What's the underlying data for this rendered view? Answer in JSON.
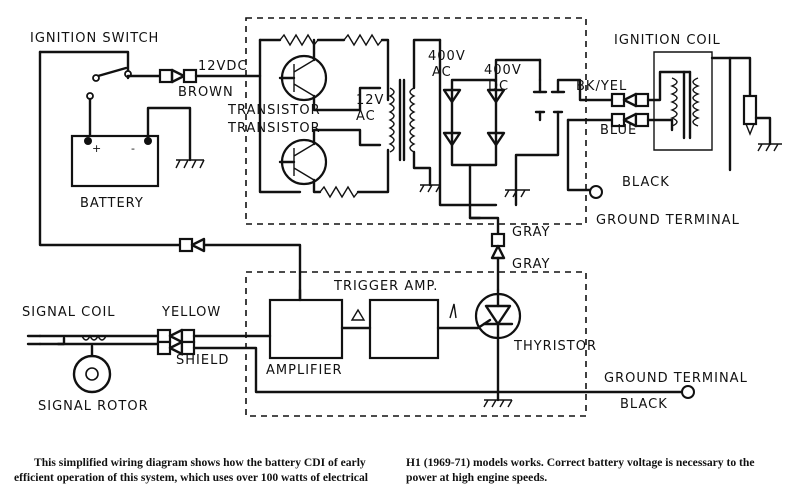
{
  "labels": {
    "ignition_switch": "IGNITION SWITCH",
    "v12dc": "12VDC",
    "brown": "BROWN",
    "battery": "BATTERY",
    "transistor_top": "TRANSISTOR",
    "transistor_bottom": "TRANSISTOR",
    "v12_ac_a": "12V",
    "v12_ac_b": "AC",
    "v400ac_a": "400V",
    "v400ac_b": "AC",
    "v400dc_a": "400V",
    "v400dc_b": "DC",
    "ignition_coil": "IGNITION COIL",
    "bk_yel": "BK/YEL",
    "blue": "BLUE",
    "black_top": "BLACK",
    "ground_terminal_top": "GROUND TERMINAL",
    "gray_top": "GRAY",
    "gray_bottom": "GRAY",
    "trigger_amp": "TRIGGER AMP.",
    "signal_coil": "SIGNAL COIL",
    "yellow": "YELLOW",
    "shield": "SHIELD",
    "amplifier": "AMPLIFIER",
    "thyristor": "THYRISTOR",
    "signal_rotor": "SIGNAL ROTOR",
    "ground_terminal_bottom": "GROUND TERMINAL",
    "black_bottom": "BLACK",
    "plus": "+",
    "minus": "-"
  },
  "caption": {
    "left_line1": "This simplified wiring diagram shows how the battery CDI of early",
    "left_line2": "efficient operation of this system, which uses over 100 watts of electrical",
    "right_line1": "H1 (1969-71) models works. Correct battery voltage is necessary to the",
    "right_line2": "power at high engine speeds."
  }
}
